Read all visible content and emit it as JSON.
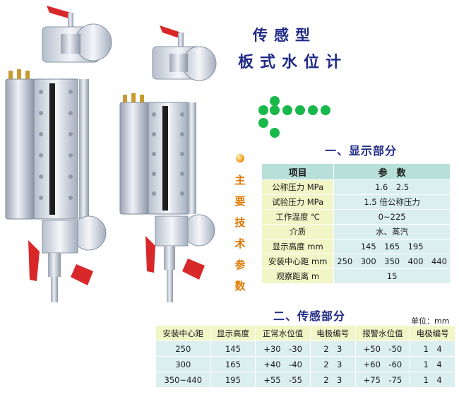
{
  "title": {
    "line1": "传感型",
    "line2": "板式水位计"
  },
  "vertical_label": [
    "主",
    "要",
    "技",
    "术",
    "参",
    "数"
  ],
  "section1": {
    "title": "一、显示部分"
  },
  "section2": {
    "title": "二、传感部分",
    "unit": "单位：mm"
  },
  "table1": {
    "headers": [
      "项目",
      "参　数"
    ],
    "rows": [
      {
        "label": "公称压力 MPa",
        "value": "1.6　2.5"
      },
      {
        "label": "试验压力 MPa",
        "value": "1.5 倍公称压力"
      },
      {
        "label": "工作温度 ℃",
        "value": "0~225"
      },
      {
        "label": "介质",
        "value": "水、蒸汽"
      },
      {
        "label": "显示高度 mm",
        "value": "145　165　195"
      },
      {
        "label": "安装中心距 mm",
        "value": "250　300　350　400　440"
      },
      {
        "label": "观察距离 m",
        "value": "15"
      }
    ]
  },
  "table2": {
    "headers": [
      "安装中心距",
      "显示高度",
      "正常水位值",
      "电极编号",
      "报警水位值",
      "电极编号"
    ],
    "rows": [
      [
        "250",
        "145",
        "+30　-30",
        "2　3",
        "+50　-50",
        "1　4"
      ],
      [
        "300",
        "165",
        "+40　-40",
        "2　3",
        "+60　-60",
        "1　4"
      ],
      [
        "350~440",
        "195",
        "+55　-55",
        "2　3",
        "+75　-75",
        "1　4"
      ]
    ]
  },
  "colors": {
    "title": "#1f2a86",
    "accent_green": "#19b84a",
    "vertical_text": "#e07800",
    "handle_red": "#d8282a"
  }
}
